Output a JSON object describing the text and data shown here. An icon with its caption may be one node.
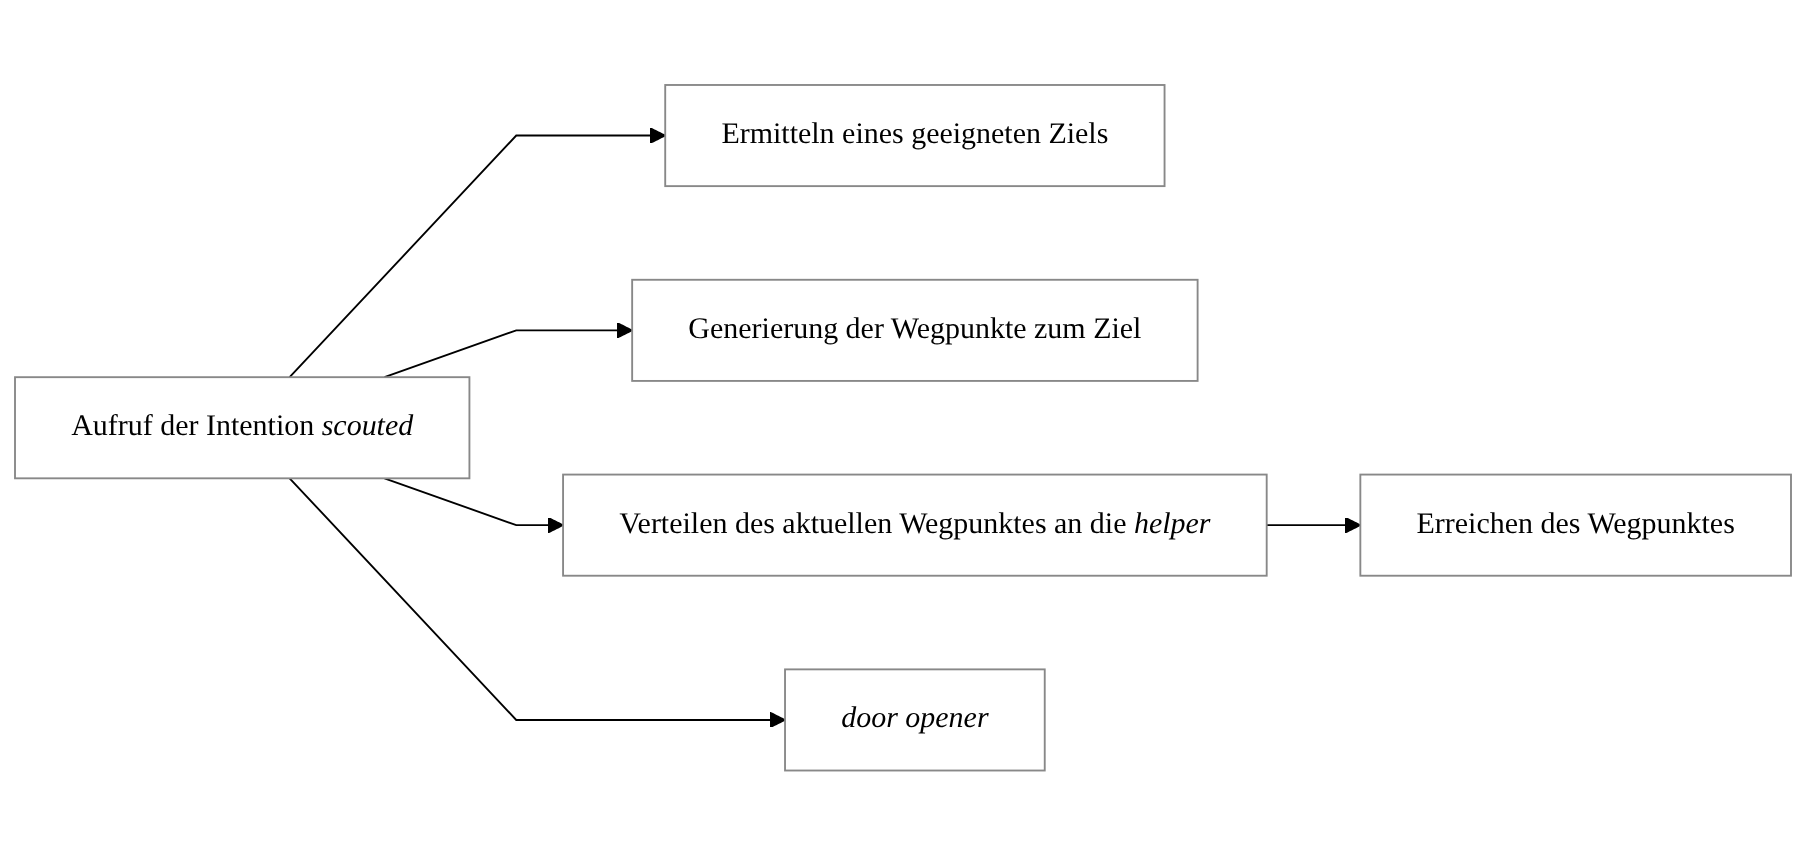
{
  "diagram": {
    "nodes": [
      {
        "text": [
          "Aufruf der Intention *scouted*"
        ]
      },
      {
        "text": [
          "Ermitteln eines geeigneten Ziels"
        ]
      },
      {
        "text": [
          "Generierung der Wegpunkte zum Ziel"
        ]
      },
      {
        "text": [
          "Verteilen des aktuellen Wegpunktes an die *helper*"
        ]
      },
      {
        "text": [
          "Erreichen des Wegpunktes"
        ]
      },
      {
        "text": [
          "door opener"
        ]
      }
    ],
    "edges": [
      {
        "from": 0,
        "to": 1,
        "arrow": "to"
      },
      {
        "from": 0,
        "to": 2,
        "arrow": "to"
      },
      {
        "from": 0,
        "to": 3,
        "arrow": "to"
      },
      {
        "from": 3,
        "to": 4,
        "arrow": "to"
      },
      {
        "from": 0,
        "to": 5,
        "arrow": "to"
      }
    ]
  }
}
